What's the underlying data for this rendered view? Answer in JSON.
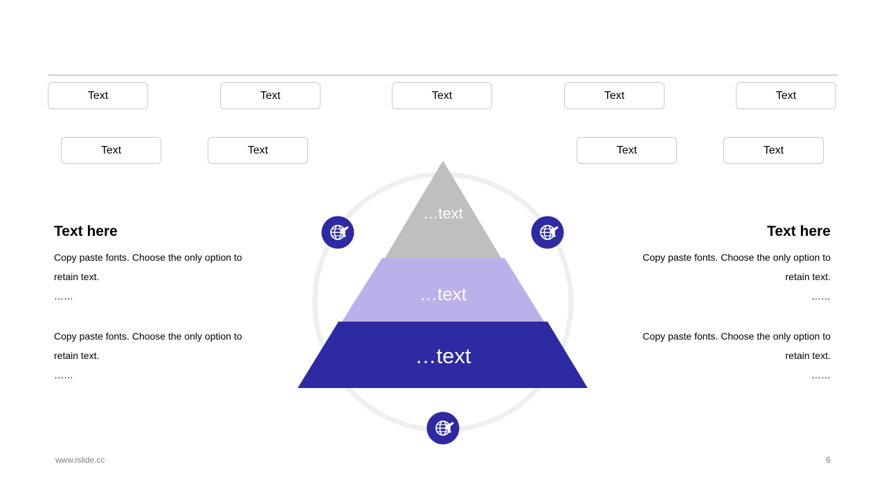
{
  "top_tags": [
    "Text",
    "Text",
    "Text",
    "Text",
    "Text"
  ],
  "mid_tags": [
    "Text",
    "Text",
    "Text",
    "Text"
  ],
  "pyramid": {
    "tier_top": "…text",
    "tier_middle": "…text",
    "tier_bottom": "…text"
  },
  "colors": {
    "tier_top": "#bfbfbf",
    "tier_middle": "#bbb0ea",
    "tier_bottom": "#2e2aa3",
    "icon_circle": "#2e2aa3",
    "ring": "#efefef"
  },
  "icons": [
    "globe-plane-icon",
    "globe-plane-icon",
    "globe-plane-icon"
  ],
  "left": {
    "heading": "Text here",
    "blocks": [
      {
        "line1": "Copy paste fonts. Choose the only option to",
        "line2": "retain text.",
        "ellipsis": "……"
      },
      {
        "line1": "Copy paste fonts. Choose the only option to",
        "line2": "retain text.",
        "ellipsis": "……"
      }
    ]
  },
  "right": {
    "heading": "Text here",
    "blocks": [
      {
        "line1": "Copy paste fonts. Choose the only option to",
        "line2": "retain text.",
        "ellipsis": "……"
      },
      {
        "line1": "Copy paste fonts. Choose the only option to",
        "line2": "retain text.",
        "ellipsis": "……"
      }
    ]
  },
  "footer": {
    "url": "www.islide.cc",
    "page": "6"
  }
}
